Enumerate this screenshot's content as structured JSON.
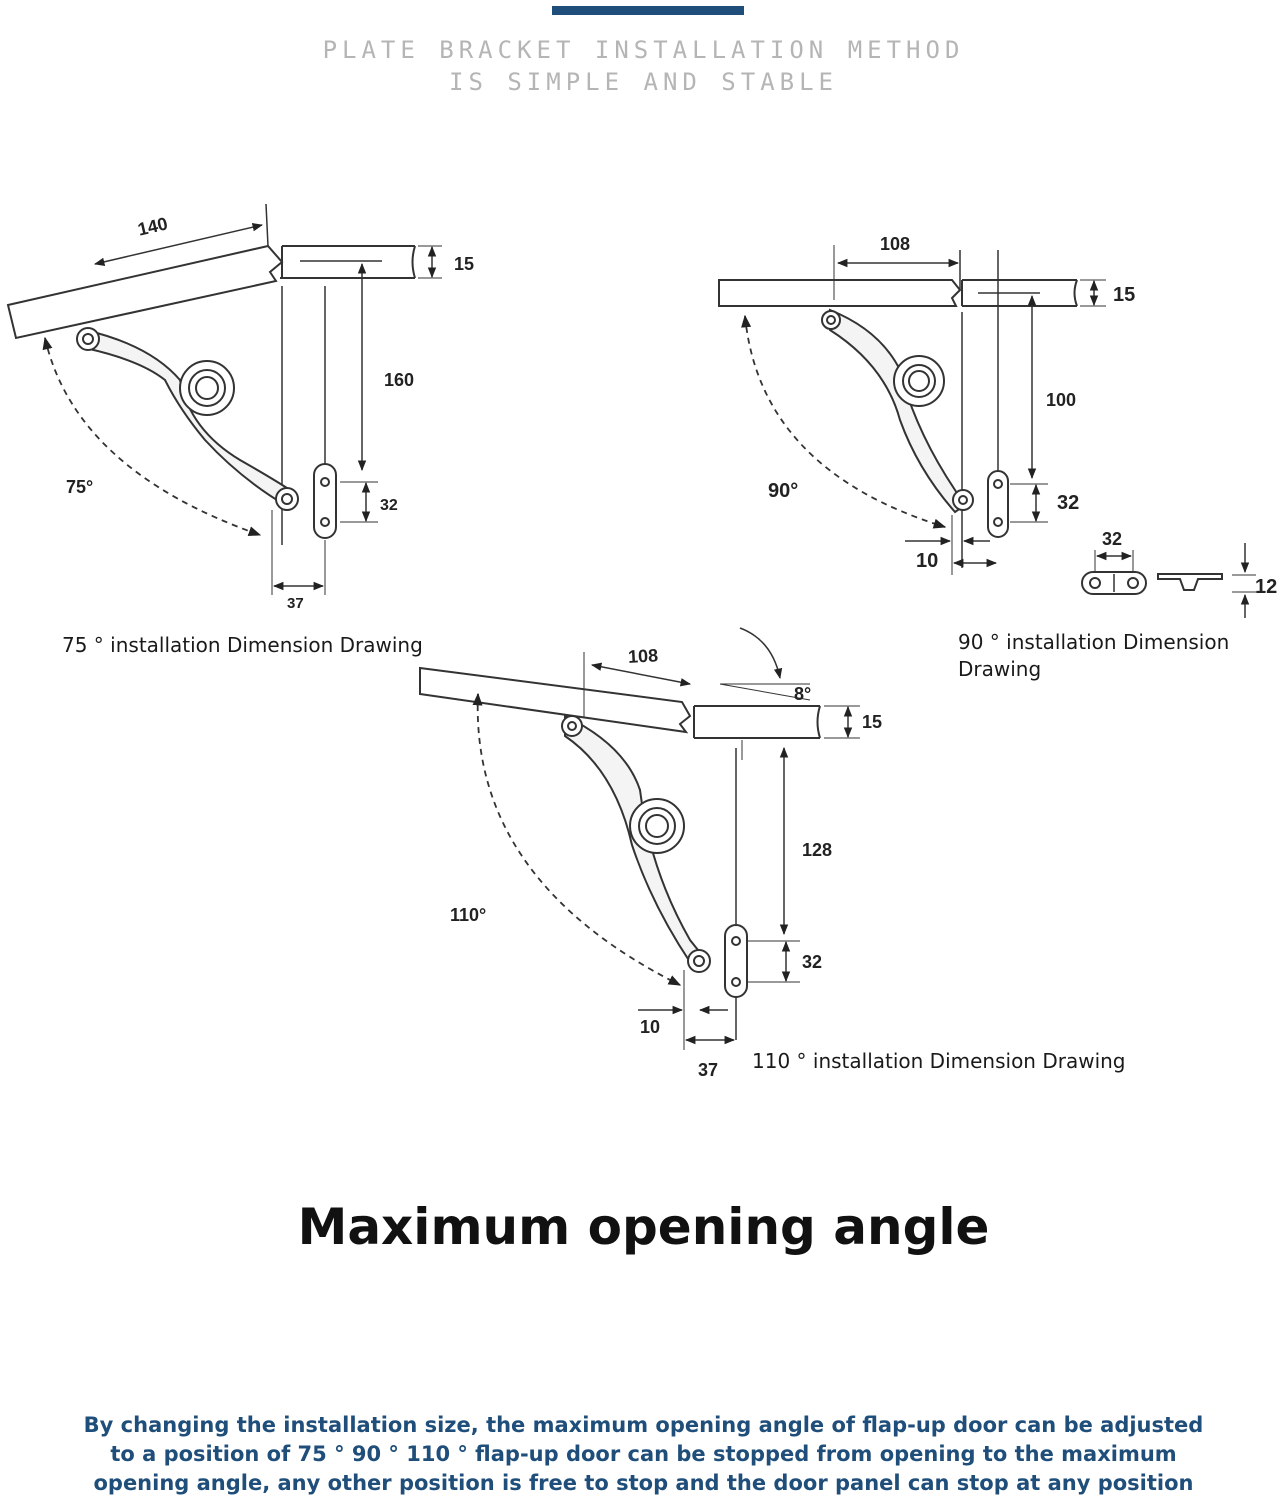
{
  "header": {
    "line1": "PLATE BRACKET INSTALLATION METHOD",
    "line2": "IS SIMPLE AND STABLE"
  },
  "drawings": {
    "d75": {
      "caption": "75 ° installation Dimension Drawing",
      "angle": "75°",
      "dims": {
        "panel": "140",
        "thickness": "15",
        "height": "160",
        "plate": "32",
        "offset": "37"
      }
    },
    "d90": {
      "caption": "90 ° installation Dimension\nDrawing",
      "angle": "90°",
      "dims": {
        "panel": "108",
        "thickness": "15",
        "height": "100",
        "plate": "32",
        "gap": "10",
        "plate_width": "32",
        "plate_height": "12"
      }
    },
    "d110": {
      "caption": "110 ° installation Dimension Drawing",
      "angle": "110°",
      "tilt": "8°",
      "dims": {
        "panel": "108",
        "thickness": "15",
        "height": "128",
        "plate": "32",
        "gap": "10",
        "offset": "37"
      }
    }
  },
  "main_title": "Maximum opening angle",
  "description": "By changing the installation size, the maximum opening angle of flap-up door can be adjusted\nto a position of 75 ° 90 ° 110 ° flap-up door can be stopped from opening to the maximum\nopening angle, any other position is free to stop and the door panel can stop at any position"
}
